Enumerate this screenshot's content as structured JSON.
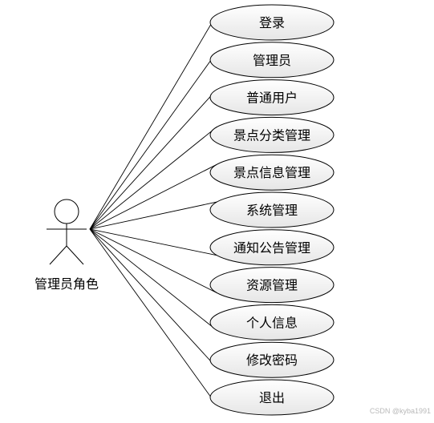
{
  "actor": {
    "label": "管理员角色"
  },
  "use_cases": [
    {
      "label": "登录"
    },
    {
      "label": "管理员"
    },
    {
      "label": "普通用户"
    },
    {
      "label": "景点分类管理"
    },
    {
      "label": "景点信息管理"
    },
    {
      "label": "系统管理"
    },
    {
      "label": "通知公告管理"
    },
    {
      "label": "资源管理"
    },
    {
      "label": "个人信息"
    },
    {
      "label": "修改密码"
    },
    {
      "label": "退出"
    }
  ],
  "colors": {
    "ellipse_fill_top": "#ffffff",
    "ellipse_fill_bottom": "#e6e6e6",
    "stroke": "#000000"
  },
  "watermark": "CSDN @kyba1991"
}
